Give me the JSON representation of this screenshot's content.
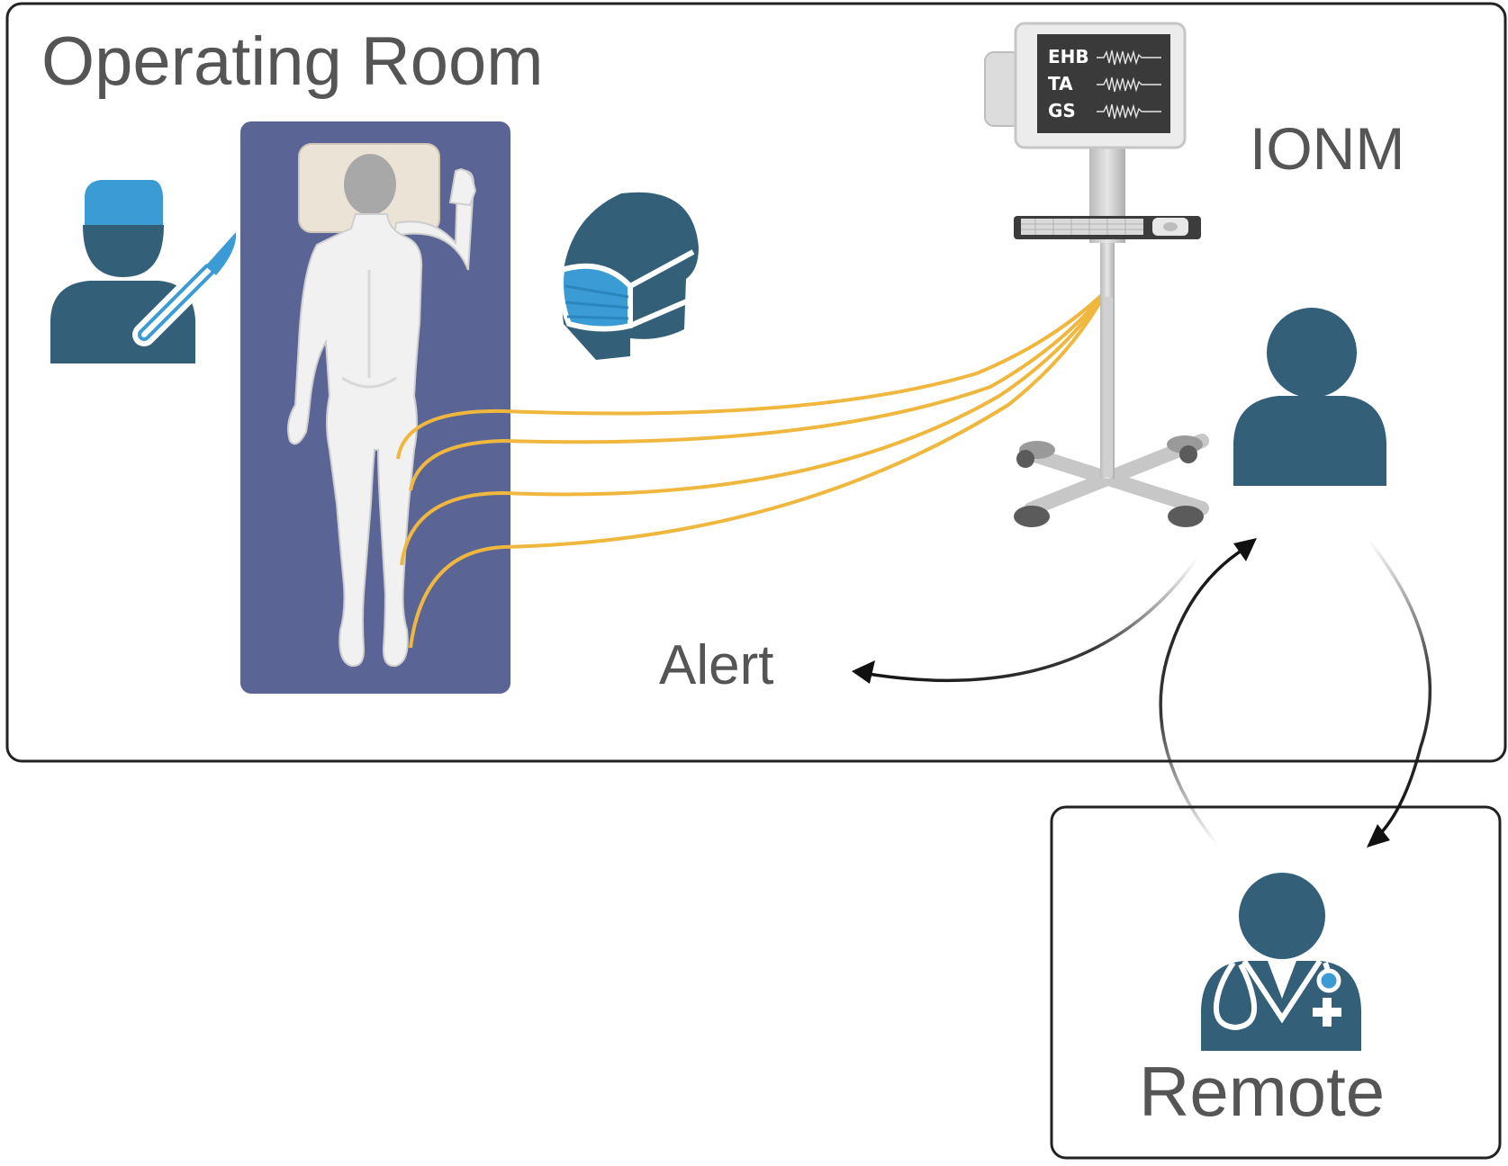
{
  "regions": {
    "operating_room": {
      "label": "Operating Room"
    },
    "remote": {
      "label": "Remote"
    }
  },
  "labels": {
    "ionm": "IONM",
    "alert": "Alert"
  },
  "monitor": {
    "channels": [
      "EHB",
      "TA",
      "GS"
    ]
  },
  "icons": {
    "surgeon": "surgeon-with-scalpel-icon",
    "patient": "patient-body-on-table-icon",
    "anesthesiologist": "masked-head-icon",
    "monitor": "neuromonitoring-cart-icon",
    "ionm_tech": "person-icon",
    "remote_doctor": "doctor-with-stethoscope-icon"
  },
  "colors": {
    "icon_dark": "#335f79",
    "icon_blue": "#3b9bd4",
    "table": "#5b6595",
    "electrode_wire": "#f0b73e",
    "text": "#555555",
    "border": "#222222"
  }
}
